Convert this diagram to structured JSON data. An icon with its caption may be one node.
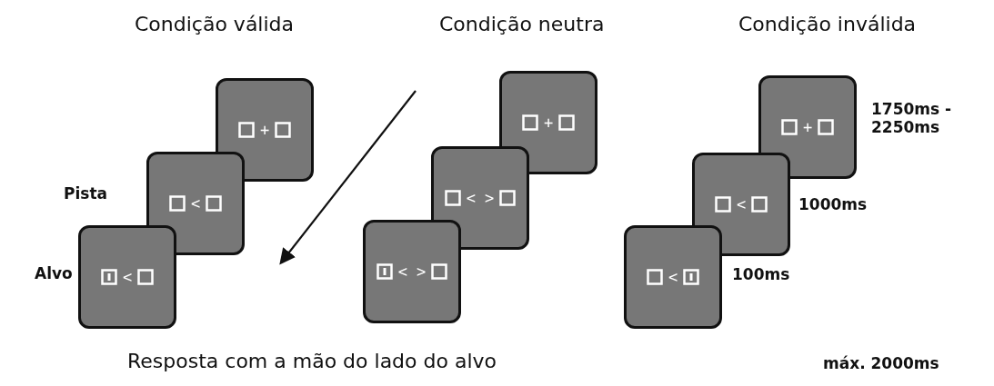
{
  "diagram": {
    "nodes": [
      {
        "text": [
          "+"
        ]
      },
      {
        "text": [
          "<"
        ],
        "beside": [
          "Pista"
        ]
      },
      {
        "text": [
          "<"
        ],
        "beside": [
          "Alvo"
        ]
      },
      {
        "text": [
          "+"
        ]
      },
      {
        "text": [
          "< >"
        ]
      },
      {
        "text": [
          "< >"
        ]
      },
      {
        "text": [
          "+"
        ],
        "beside": [
          "1750ms - 2250ms"
        ]
      },
      {
        "text": [
          "<"
        ],
        "beside": [
          "1000ms"
        ]
      },
      {
        "text": [
          "<"
        ],
        "beside": [
          "100ms"
        ]
      }
    ],
    "labels": [
      "Condição válida",
      "Condição neutra",
      "Condição inválida",
      "Resposta com a mão do lado do alvo",
      "máx. 2000ms"
    ]
  }
}
